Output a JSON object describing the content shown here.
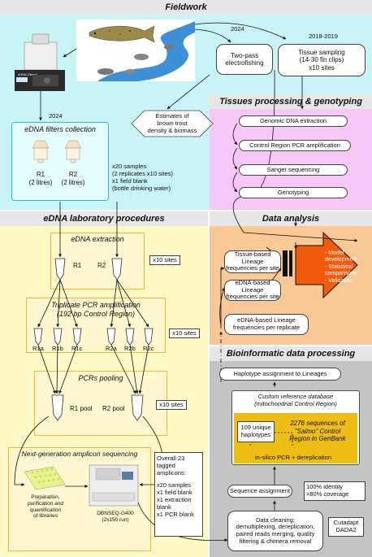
{
  "fieldwork": {
    "title": "Fieldwork",
    "year_2024": "2024",
    "year_2018_2019": "2018-2019",
    "electrofishing": "Two-pass electrofishing",
    "tissue_sampling_1": "Tissue sampling",
    "tissue_sampling_2": "(14-30 fin clips)",
    "tissue_sampling_3": "x10 sites",
    "estimates_1": "Estimates of",
    "estimates_2": "brown trout",
    "estimates_3": "density & biomass",
    "edna_year": "2024",
    "filters_title": "eDNA filters collection",
    "r1": "R1",
    "r1_vol": "(2 litres)",
    "r2": "R2",
    "r2_vol": "(2 litres)",
    "samples_1": "x20 samples",
    "samples_2": "(2 replicates x10 sites)",
    "samples_3": "x1 field blank",
    "samples_4": "(bottle drinking water)",
    "device_label": "eDNA Citizen"
  },
  "tissues": {
    "title": "Tissues processing & genotyping",
    "steps": [
      "Genomic DNA extraction",
      "Control Region PCR amplification",
      "Sanger sequencing",
      "Genotyping"
    ]
  },
  "lab": {
    "title": "eDNA laboratory procedures",
    "extraction_title": "eDNA extraction",
    "r1": "R1",
    "r2": "R2",
    "x10_a": "x10 sites",
    "pcr_title_1": "Triplicate PCR amplification",
    "pcr_title_2": "(192 bp Control Region)",
    "replicates": [
      "R1a",
      "R1b",
      "R1c",
      "R2a",
      "R2b",
      "R2c"
    ],
    "x10_b": "x10 sites",
    "pooling_title": "PCRs pooling",
    "pool1": "R1 pool",
    "pool2": "R2 pool",
    "x10_c": "x10 sites",
    "ngs_title": "Next-generation amplicon sequencing",
    "prep_1": "Preparation,",
    "prep_2": "purification and",
    "prep_3": "quantification",
    "prep_4": "of libraries",
    "seq_1": "DBNSEQ-G400",
    "seq_2": "(2x150 run)",
    "overall": [
      "Overall 23",
      "tagged",
      "amplicons:",
      "",
      "x20 samples",
      "x1 field blank",
      "x1 extraction",
      "blank",
      "x1 PCR blank"
    ]
  },
  "analysis": {
    "title": "Data analysis",
    "tissue_freq_1": "Tissue-based Lineage",
    "tissue_freq_2": "frequencies per site",
    "edna_freq_1": "eDNA-based Lineage",
    "edna_freq_2": "frequencies per site",
    "rep_freq_1": "eDNA-based Lineage",
    "rep_freq_2": "frequencies per replicate",
    "model_1": "- Model",
    "model_2": "development",
    "model_3": "- Statistical",
    "model_4": "comparisons",
    "model_5": "- Validation"
  },
  "bioinfo": {
    "title": "Bioinformatic data processing",
    "haplotype": "Haplotype assignment to Lineages",
    "db_1": "Custom reference database",
    "db_2": "(mitochondrial Control Region)",
    "unique_1": "109 unique",
    "unique_2": "haplotypes",
    "seqs_1": "2276 sequences of",
    "seqs_2": "\"Salmo\" Control",
    "seqs_3": "Region in GenBank",
    "insilico": "in-silico PCR + dereplication",
    "assignment": "Sequence assignment",
    "identity_1": "100% identity",
    "identity_2": ">80% coverage",
    "cleaning_1": "Data cleaning:",
    "cleaning_2": "demultiplexing, dereplication,",
    "cleaning_3": "paired reads merging, quality",
    "cleaning_4": "filtering & chimera removal",
    "tools_1": "Cutadapt",
    "tools_2": "DADA2"
  },
  "colors": {
    "fieldwork_bg": "#c8f4f6",
    "tissues_bg": "#f7c8f7",
    "lab_bg": "#fdf8c4",
    "lab_box": "#f5b73a",
    "analysis_bg": "#f8c896",
    "model_arrow": "#f25a0e",
    "bioinfo_bg": "#c4c4c4",
    "db_bg": "#eebe14",
    "filters_border": "#2dc1c7"
  }
}
